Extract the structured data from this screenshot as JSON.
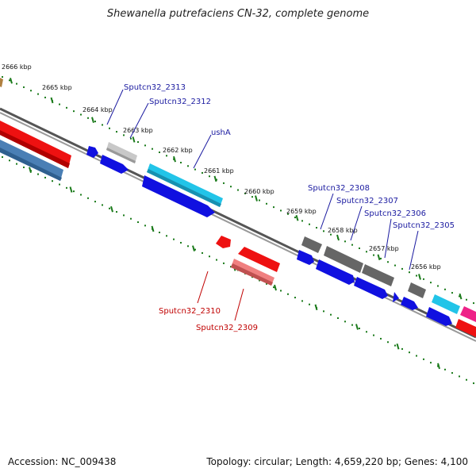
{
  "title": "Shewanella putrefaciens CN-32, complete genome",
  "footer": {
    "accession": "Accession: NC_009438",
    "summary": "Topology: circular; Length: 4,659,220 bp; Genes: 4,100"
  },
  "colors": {
    "backbone": "#777777",
    "ticks": "#1a7a1a",
    "label_forward": "#1a1aa0",
    "label_reverse": "#c00000",
    "blue": "#1010e0",
    "cyan": "#22c4e8",
    "red": "#ee1111",
    "pink": "#f08080",
    "grey": "#666666",
    "lightgrey": "#c8c8c8",
    "steel": "#4a7fb5",
    "magenta": "#ee2288"
  },
  "ticks": [
    "2666 kbp",
    "2665 kbp",
    "2664 kbp",
    "2663 kbp",
    "2662 kbp",
    "2661 kbp",
    "2660 kbp",
    "2659 kbp",
    "2658 kbp",
    "2657 kbp",
    "2656 kbp"
  ],
  "labels": [
    {
      "text": "Sputcn32_2313",
      "strand": "forward"
    },
    {
      "text": "Sputcn32_2312",
      "strand": "forward"
    },
    {
      "text": "ushA",
      "strand": "forward"
    },
    {
      "text": "Sputcn32_2308",
      "strand": "forward"
    },
    {
      "text": "Sputcn32_2307",
      "strand": "forward"
    },
    {
      "text": "Sputcn32_2306",
      "strand": "forward"
    },
    {
      "text": "Sputcn32_2305",
      "strand": "forward"
    },
    {
      "text": "Sputcn32_2310",
      "strand": "reverse"
    },
    {
      "text": "Sputcn32_2309",
      "strand": "reverse"
    }
  ]
}
